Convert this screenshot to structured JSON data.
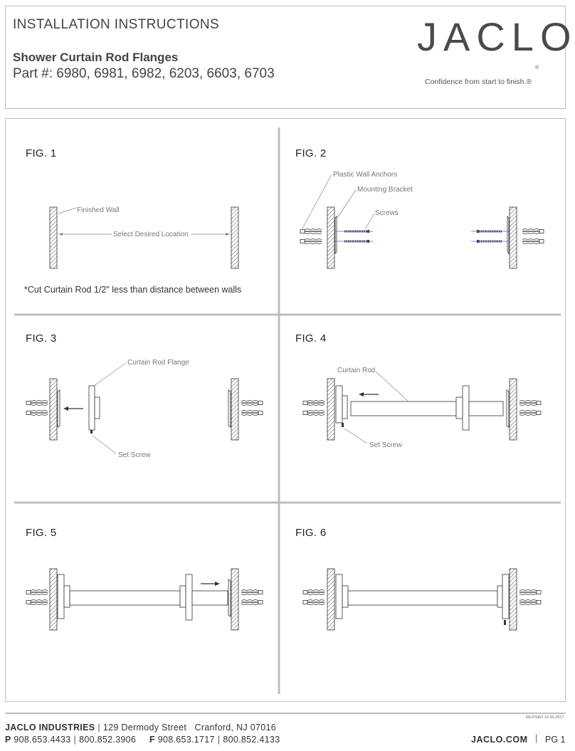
{
  "header": {
    "title": "INSTALLATION INSTRUCTIONS",
    "subtitle": "Shower Curtain Rod Flanges",
    "parts": "Part #: 6980, 6981, 6982, 6203, 6603, 6703",
    "brand": "JACLO",
    "registered": "®",
    "tagline": "Confidence from start to finish.®"
  },
  "figures": {
    "fig1": {
      "label": "FIG. 1",
      "callout_wall": "Finished Wall",
      "callout_location": "Select Desired Location",
      "note": "*Cut Curtain Rod 1/2\" less than distance between walls"
    },
    "fig2": {
      "label": "FIG. 2",
      "callout_anchors": "Plastic Wall Anchors",
      "callout_bracket": "Mounting Bracket",
      "callout_screws": "Screws"
    },
    "fig3": {
      "label": "FIG. 3",
      "callout_flange": "Curtain Rod Flange",
      "callout_setscrew": "Set Screw"
    },
    "fig4": {
      "label": "FIG. 4",
      "callout_rod": "Curtain Rod",
      "callout_setscrew": "Set Screw"
    },
    "fig5": {
      "label": "FIG. 5"
    },
    "fig6": {
      "label": "FIG. 6"
    }
  },
  "footer": {
    "revised": "REVISED 10.26.2017",
    "company": "JACLO INDUSTRIES",
    "address_street": "129 Dermody Street",
    "address_city": "Cranford, NJ 07016",
    "phone_label": "P",
    "phone_1": "908.653.4433",
    "phone_2": "800.852.3906",
    "fax_label": "F",
    "fax_1": "908.653.1717",
    "fax_2": "800.852.4133",
    "website": "JACLO.COM",
    "page": "PG 1",
    "separator": "|"
  },
  "colors": {
    "accent_line": "#5a5ae0",
    "stroke": "#333333",
    "hatch": "#555555",
    "border": "#bdbdbd"
  }
}
